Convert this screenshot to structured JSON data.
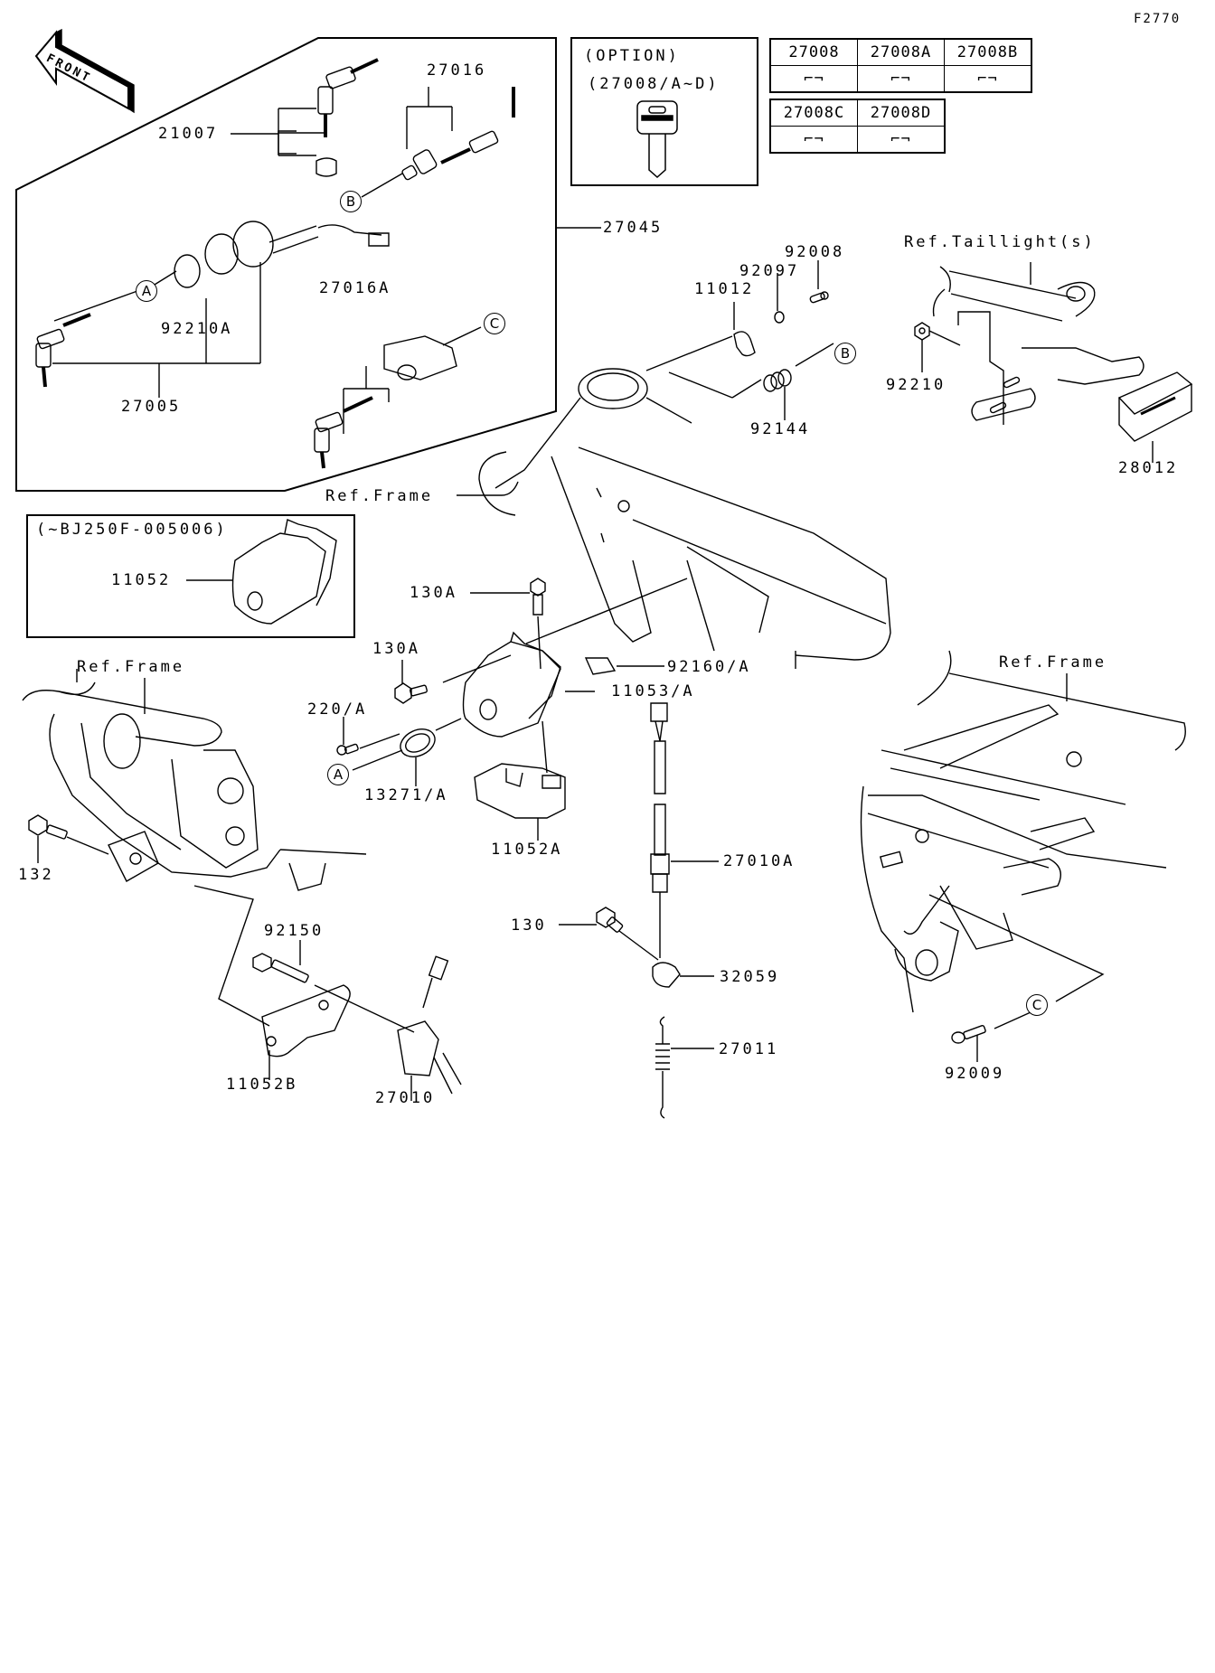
{
  "diagram_id": "F2770",
  "front_arrow": "FRONT",
  "option_box": {
    "line1": "(OPTION)",
    "line2": "(27008/A~D)"
  },
  "key_table": {
    "row1": [
      "27008",
      "27008A",
      "27008B"
    ],
    "row2": [
      "27008C",
      "27008D"
    ]
  },
  "serial_box": {
    "label": "(~BJ250F-005006)",
    "part": "11052"
  },
  "refs": {
    "frame": "Ref.Frame",
    "taillight": "Ref.Taillight(s)"
  },
  "callouts": {
    "a": "A",
    "b": "B",
    "c": "C"
  },
  "parts": {
    "p21007": "21007",
    "p27016": "27016",
    "p27045": "27045",
    "p92210A": "92210A",
    "p27005": "27005",
    "p27016A": "27016A",
    "p92008": "92008",
    "p92097": "92097",
    "p11012": "11012",
    "p92144": "92144",
    "p92210": "92210",
    "p28012": "28012",
    "p130A_1": "130A",
    "p130A_2": "130A",
    "p220A": "220/A",
    "p13271A": "13271/A",
    "p92160A": "92160/A",
    "p11053A": "11053/A",
    "p11052A": "11052A",
    "p132": "132",
    "p27010A": "27010A",
    "p130": "130",
    "p32059": "32059",
    "p92150": "92150",
    "p11052B": "11052B",
    "p27010": "27010",
    "p27011": "27011",
    "p92009": "92009"
  }
}
